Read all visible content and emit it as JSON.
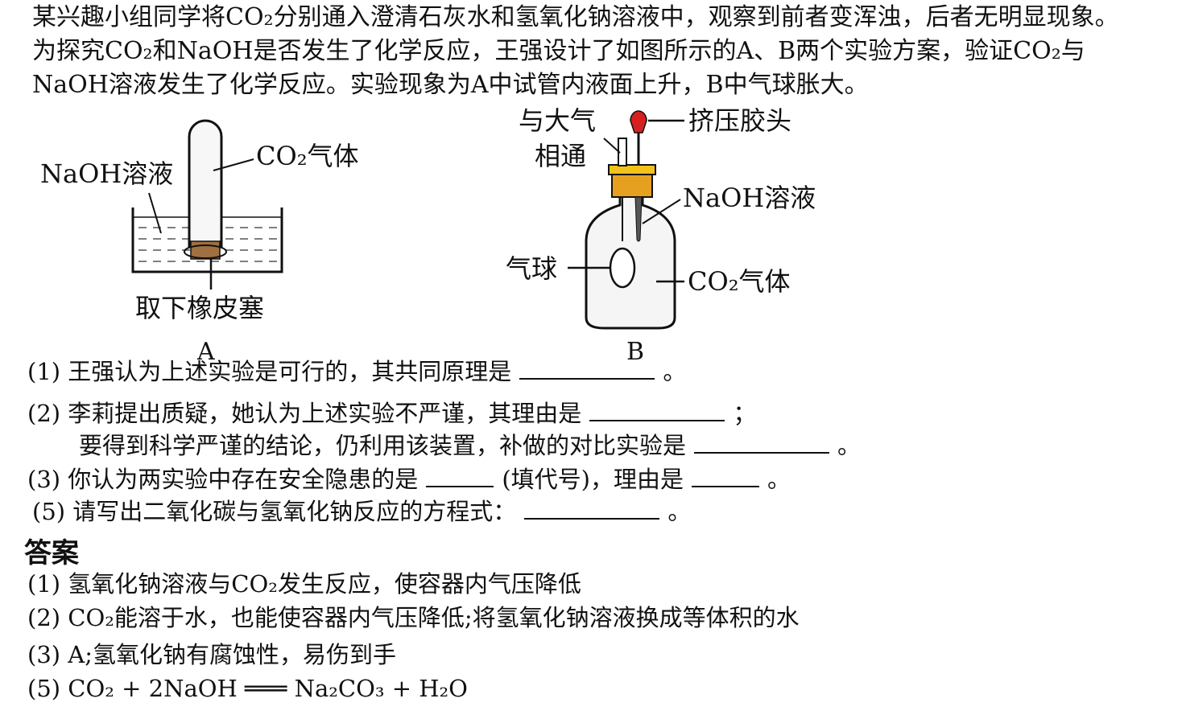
{
  "problem": {
    "line1": "某兴趣小组同学将CO₂分别通入澄清石灰水和氢氧化钠溶液中，观察到前者变浑浊，后者无明显现象。",
    "line2": "为探究CO₂和NaOH是否发生了化学反应，王强设计了如图所示的A、B两个实验方案，验证CO₂与",
    "line3": "NaOH溶液发生了化学反应。实验现象为A中试管内液面上升，B中气球胀大。"
  },
  "figure_a": {
    "label_naoh": "NaOH溶液",
    "label_co2": "CO₂气体",
    "label_stopper": "取下橡皮塞",
    "caption": "A"
  },
  "figure_b": {
    "label_air": "与大气",
    "label_air2": "相通",
    "label_dropper": "挤压胶头",
    "label_naoh": "NaOH溶液",
    "label_balloon": "气球",
    "label_co2": "CO₂气体",
    "caption": "B"
  },
  "questions": {
    "q1": "(1) 王强认为上述实验是可行的，其共同原理是",
    "q1_end": "。",
    "q2a": "(2) 李莉提出质疑，她认为上述实验不严谨，其理由是",
    "q2a_end": "；",
    "q2b": "要得到科学严谨的结论，仍利用该装置，补做的对比实验是",
    "q2b_end": "。",
    "q3a": "(3) 你认为两实验中存在安全隐患的是",
    "q3b": "(填代号)，理由是",
    "q3_end": "。",
    "q5": "(5) 请写出二氧化碳与氢氧化钠反应的方程式：",
    "q5_end": "。"
  },
  "answer": {
    "title": "答案",
    "a1": "(1) 氢氧化钠溶液与CO₂发生反应，使容器内气压降低",
    "a2": "(2) CO₂能溶于水，也能使容器内气压降低;将氢氧化钠溶液换成等体积的水",
    "a3": "(3) A;氢氧化钠有腐蚀性，易伤到手",
    "a5": "(5) CO₂ + 2NaOH ═══ Na₂CO₃ + H₂O"
  }
}
